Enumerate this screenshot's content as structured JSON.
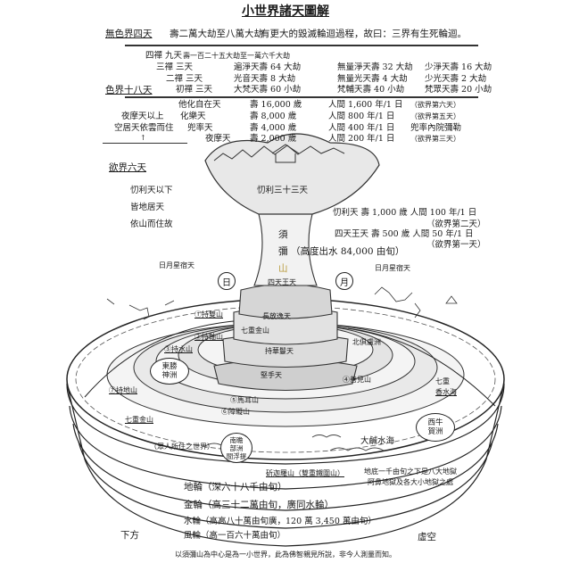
{
  "title": "小世界諸天圖解",
  "formless": {
    "label": "無色界四天",
    "lifespan": "壽二萬大劫至八萬大劫",
    "note": "有更大的毀滅輪迴過程，故曰：三界有生死輪迴。"
  },
  "form_realm": {
    "label": "色界十八天",
    "fourth": {
      "name": "四禪 九天",
      "lifespan": "壽一百二十五大劫至一萬六千大劫"
    },
    "rows": [
      {
        "name": "三禪 三天",
        "cells": [
          "遍淨天壽 64 大劫",
          "無量淨天壽 32 大劫",
          "少淨天壽 16 大劫"
        ]
      },
      {
        "name": "二禪 三天",
        "cells": [
          "光音天壽 8 大劫",
          "無量光天壽 4 大劫",
          "少光天壽 2 大劫"
        ]
      },
      {
        "name": "初禪 三天",
        "cells": [
          "大梵天壽 60 小劫",
          "梵輔天壽 40 小劫",
          "梵眾天壽 20 小劫"
        ]
      }
    ]
  },
  "desire_sky": {
    "left_note": [
      "夜摩天以上",
      "空居天依雲而住"
    ],
    "arrow": "↑",
    "rows": [
      {
        "name": "他化自在天",
        "life": "壽 16,000 歲",
        "human": "人間 1,600 年/1 日",
        "note": "（欲界第六天）"
      },
      {
        "name": "化樂天",
        "life": "壽 8,000 歲",
        "human": "人間 800 年/1 日",
        "note": "（欲界第五天）"
      },
      {
        "name": "兜率天",
        "life": "壽 4,000 歲",
        "human": "人間 400 年/1 日",
        "note": "兜率內院彌勒"
      },
      {
        "name": "夜摩天",
        "life": "壽 2,000 歲",
        "human": "人間 200 年/1 日",
        "note": "（欲界第三天）"
      }
    ]
  },
  "desire_label": "欲界六天",
  "ground_note": [
    "忉利天以下",
    "皆地居天",
    "依山而住故"
  ],
  "trayastrimsa": {
    "label": "忉利三十三天",
    "line1": "忉利天 壽 1,000 歲 人間 100 年/1 日",
    "note1": "（欲界第二天）",
    "line2": "四天王天 壽 500 歲 人間 50 年/1 日",
    "note2": "（欲界第一天）"
  },
  "sumeru": {
    "chars": [
      "須",
      "彌",
      "山"
    ],
    "height": "（高度出水 84,000 由旬）"
  },
  "stars": [
    "日月星宿天",
    "日月星宿天"
  ],
  "sun": "日",
  "moon": "月",
  "tiers": [
    "四天王天",
    "長放逸天",
    "七重金山",
    "持華鬘天",
    "堅手天"
  ],
  "mountains": [
    "①持雙山",
    "②持軸山",
    "③持水山",
    "④善見山",
    "⑤馬耳山",
    "⑥障礙山",
    "⑦持地山"
  ],
  "golden_left": "七重金山",
  "continents": {
    "east": [
      "東勝",
      "神洲"
    ],
    "west": [
      "西牛",
      "賀洲"
    ],
    "south": [
      "南瞻",
      "部洲",
      "閻浮提"
    ],
    "north": "北俱盧洲"
  },
  "fragrant_sea": [
    "七重",
    "香水海"
  ],
  "human_world": "（眾人所住之世界）",
  "salt_sea": "大鹹水海",
  "iron_mountain": "斫迦羅山（雙重鐵圍山）",
  "hell_note": [
    "地底一千由旬之下是八大地獄",
    "阿鼻地獄及各大小地獄之處"
  ],
  "wheels": [
    "地輪（深六十八千由旬）",
    "金輪（高三十二萬由旬，廣同水輪）",
    "水輪（高高八十萬由旬廣，120 萬 3,450 萬由旬）",
    "風輪（高一百六十萬由旬）"
  ],
  "below": "下方",
  "void": "虛空",
  "footer": "以須彌山為中心是為一小世界，此為佛智親見所說，非今人測量而知。"
}
